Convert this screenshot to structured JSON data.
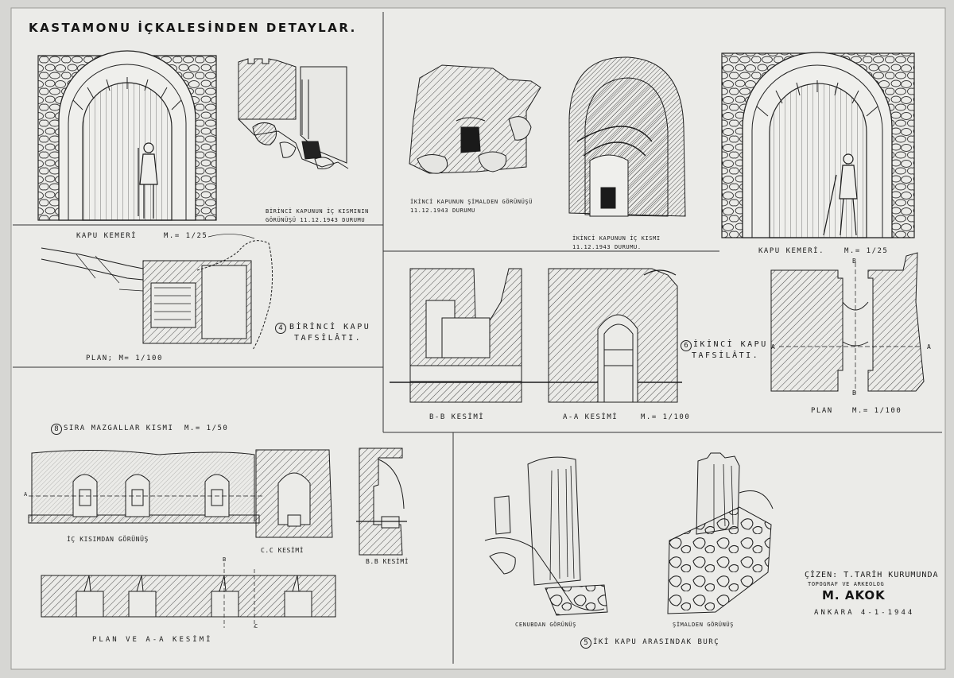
{
  "title": "KASTAMONU İÇKALESİNDEN DETAYLAR.",
  "panels": {
    "gate1_arch": {
      "label": "KAPU KEMERİ",
      "scale": "M.= 1/25"
    },
    "gate1_inner_sketch": {
      "caption_line1": "BİRİNCİ KAPUNUN İÇ KISMININ",
      "caption_line2": "GÖRÜNÜŞÜ 11.12.1943 DURUMU"
    },
    "gate2_north_sketch": {
      "caption_line1": "İKİNCİ KAPUNUN ŞİMALDEN GÖRÜNÜŞÜ",
      "caption_line2": "11.12.1943 DURUMU"
    },
    "gate2_inner_sketch": {
      "caption_line1": "İKİNCİ KAPUNUN İÇ KISMI",
      "caption_line2": "11.12.1943 DURUMU."
    },
    "gate2_arch": {
      "label": "KAPU KEMERİ.",
      "scale": "M.= 1/25"
    },
    "gate1_plan": {
      "label": "PLAN; M= 1/100"
    },
    "gate1_details": {
      "number": "4",
      "line1": "BİRİNCİ KAPU",
      "line2": "TAFSİLÂTI."
    },
    "gate2_details": {
      "number": "6",
      "line1": "İKİNCİ KAPU",
      "line2": "TAFSİLÂTI."
    },
    "gate2_sections": {
      "bb": "B-B KESİMİ",
      "aa": "A-A KESİMİ",
      "scale": "M.= 1/100"
    },
    "gate2_plan": {
      "label": "PLAN",
      "scale": "M.= 1/100",
      "mark_a": "A",
      "mark_a2": "A",
      "mark_b": "B",
      "mark_b2": "B"
    },
    "embrasures": {
      "number": "8",
      "heading": "SIRA MAZGALLAR KISMI",
      "scale": "M.= 1/50",
      "inner_view": "İÇ KISIMDAN GÖRÜNÜŞ",
      "cc": "C.C KESİMİ",
      "bb": "B.B KESİMİ",
      "plan": "PLAN VE A-A KESİMİ",
      "mark_a": "A",
      "mark_b": "B",
      "mark_c": "C"
    },
    "tower": {
      "number": "5",
      "caption": "İKİ KAPU ARASINDAK BURÇ",
      "south": "CENUBDAN GÖRÜNÜŞ",
      "north": "ŞİMALDEN GÖRÜNÜŞ"
    }
  },
  "credits": {
    "line1": "ÇİZEN: T.TARİH KURUMUNDA",
    "line2": "TOPOGRAF VE ARKEOLOG",
    "name": "M. AKOK",
    "place_date": "ANKARA 4-1-1944"
  },
  "colors": {
    "paper": "#ebebe8",
    "ink": "#1b1b1b",
    "hatch": "#3a3a3a",
    "backdrop": "#d6d6d3"
  }
}
